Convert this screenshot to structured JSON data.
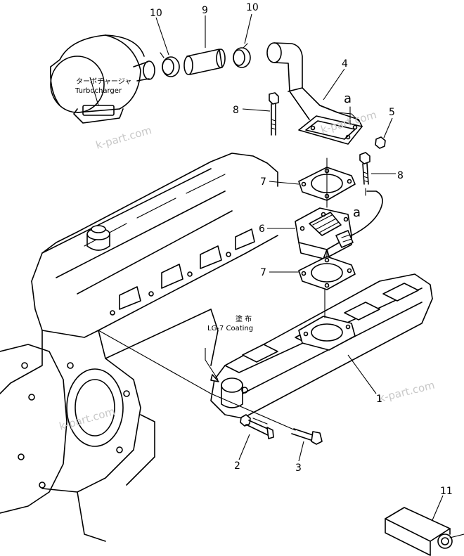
{
  "callouts": {
    "p1": "1",
    "p2": "2",
    "p3": "3",
    "p4": "4",
    "p5": "5",
    "p6": "6",
    "p7a": "7",
    "p7b": "7",
    "p8a": "8",
    "p8b": "8",
    "p9": "9",
    "p10a": "10",
    "p10b": "10",
    "p11": "11"
  },
  "view_refs": {
    "a_top": "a",
    "a_mid": "a"
  },
  "labels": {
    "turbo_jp": "ターボチャージャ",
    "turbo_en": "Turbocharger",
    "coating_jp": "塗 布",
    "coating_en": "LG-7  Coating"
  },
  "watermarks": [
    "k-part.com",
    "k-part.com",
    "k-part.com",
    "k-part.com"
  ]
}
